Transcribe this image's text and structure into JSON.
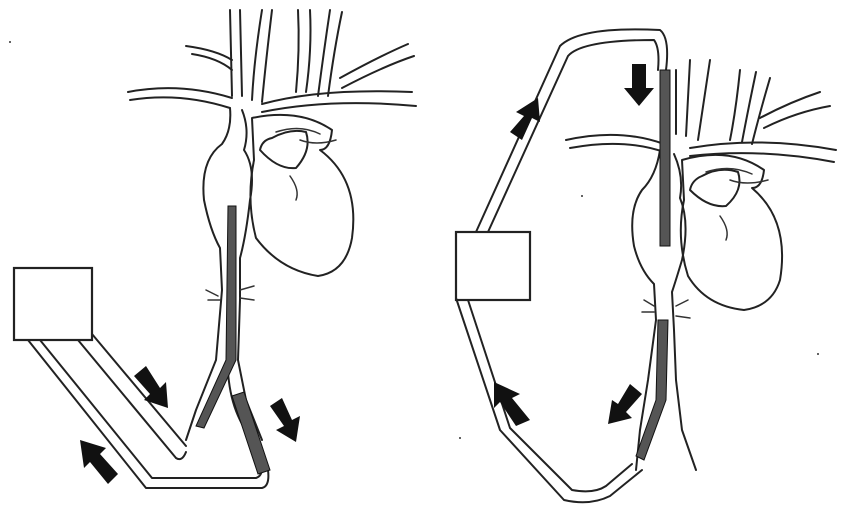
{
  "colors": {
    "ink": "#222222",
    "arrow": "#111111",
    "catheter": "#555555",
    "background": "#ffffff"
  },
  "panels": [
    {
      "name": "left-configuration",
      "elements": [
        "pump-box",
        "tubing",
        "aorta-outline",
        "heart-outline",
        "catheter",
        "flow-arrows"
      ]
    },
    {
      "name": "right-configuration",
      "elements": [
        "pump-box",
        "tubing",
        "aorta-outline",
        "heart-outline",
        "catheter",
        "flow-arrows"
      ]
    }
  ]
}
